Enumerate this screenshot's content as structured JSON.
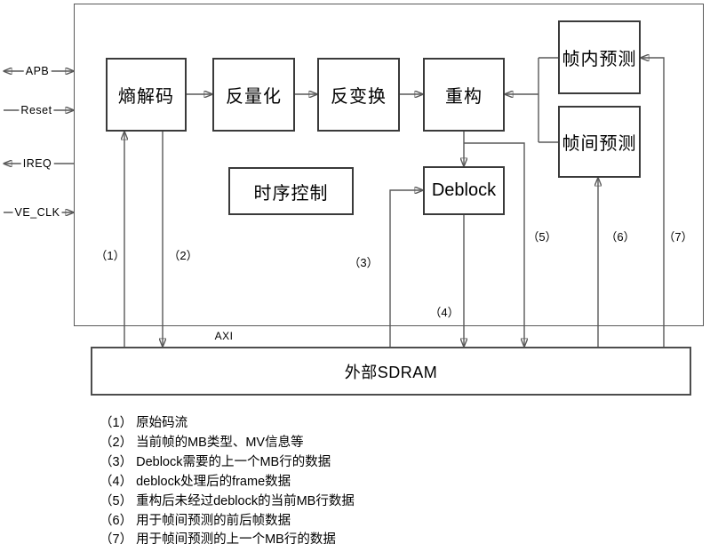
{
  "diagram": {
    "blocks": {
      "entropy_decode": "熵解码",
      "inverse_quantization": "反量化",
      "inverse_transform": "反变换",
      "reconstruction": "重构",
      "intra_prediction": "帧内预测",
      "inter_prediction": "帧间预测",
      "timing_control": "时序控制",
      "deblock": "Deblock",
      "external_sdram": "外部SDRAM"
    },
    "ports": {
      "apb": "APB",
      "reset": "Reset",
      "ireq": "IREQ",
      "ve_clk": "VE_CLK"
    },
    "bus_label": "AXI",
    "arrow_labels": [
      "（1）",
      "（2）",
      "（3）",
      "（4）",
      "（5）",
      "（6）",
      "（7）"
    ],
    "colors": {
      "wire": "#595959",
      "block_border": "#3a3a3a",
      "arrowhead": "#111111",
      "background": "#ffffff",
      "text": "#000000"
    }
  },
  "legend": {
    "items": [
      "（1） 原始码流",
      "（2） 当前帧的MB类型、MV信息等",
      "（3） Deblock需要的上一个MB行的数据",
      "（4） deblock处理后的frame数据",
      "（5） 重构后未经过deblock的当前MB行数据",
      "（6） 用于帧间预测的前后帧数据",
      "（7） 用于帧间预测的上一个MB行的数据"
    ]
  }
}
